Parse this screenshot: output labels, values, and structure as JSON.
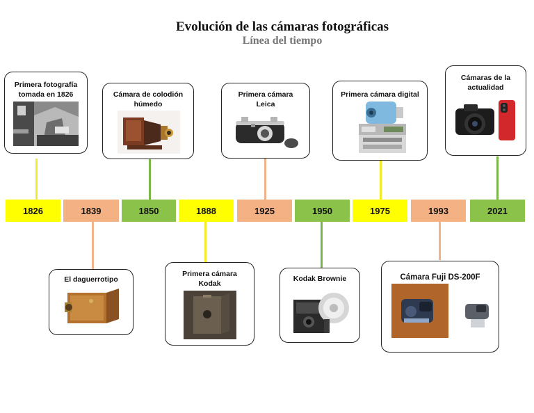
{
  "title": "Evolución de las cámaras fotográficas",
  "subtitle": "Línea del tiempo",
  "colors": {
    "yellow": "#ffff00",
    "salmon": "#f4b183",
    "green": "#8bc34a"
  },
  "years": [
    "1826",
    "1839",
    "1850",
    "1888",
    "1925",
    "1950",
    "1975",
    "1993",
    "2021"
  ],
  "events": [
    {
      "year": "1826",
      "label": "Primera fotografía tomada en 1826",
      "image": "first-photograph-image"
    },
    {
      "year": "1839",
      "label": "El daguerrotipo",
      "image": "daguerreotype-camera-image"
    },
    {
      "year": "1850",
      "label": "Cámara de colodión húmedo",
      "image": "wet-collodion-camera-image"
    },
    {
      "year": "1888",
      "label": "Primera cámara Kodak",
      "image": "kodak-camera-image"
    },
    {
      "year": "1925",
      "label": "Primera cámara Leica",
      "image": "leica-camera-image"
    },
    {
      "year": "1950",
      "label": "Kodak Brownie",
      "image": "kodak-brownie-image"
    },
    {
      "year": "1975",
      "label": "Primera cámara digital",
      "image": "first-digital-camera-image"
    },
    {
      "year": "1993",
      "label": "Cámara Fuji DS-200F",
      "image": "fuji-ds200f-image"
    },
    {
      "year": "2021",
      "label": "Cámaras de la actualidad",
      "image": "modern-cameras-image"
    }
  ]
}
